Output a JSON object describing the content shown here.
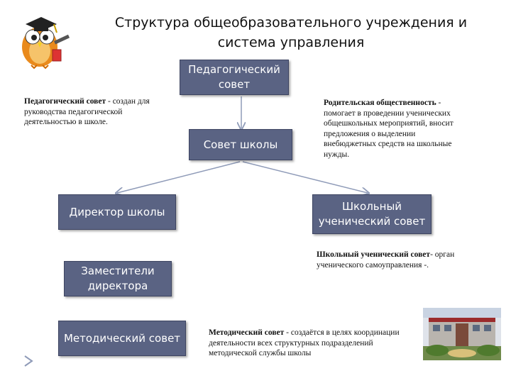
{
  "title": {
    "line1": "Структура общеобразовательного учреждения и",
    "line2": "система  управления"
  },
  "boxes": {
    "ped_council": "Педагогический совет",
    "school_council": "Совет школы",
    "director": "Директор школы",
    "student_council": "Школьный ученический совет",
    "deputies": "Заместители директора",
    "method_council": "Методический совет"
  },
  "notes": {
    "ped": {
      "bold": "Педагогический совет",
      "text": " - создан для руководства педагогической деятельностью в школе."
    },
    "parents": {
      "bold": "Родительская общественность",
      "text": " - помогает в проведении ученических общешкольных мероприятий, вносит предложения о выделении внебюджетных средств на школьные нужды."
    },
    "student": {
      "bold": "Школьный ученический совет",
      "text": "- орган ученического самоуправления -."
    },
    "method": {
      "bold": "Методический совет",
      "text": " - создаётся в целях координации деятельности всех структурных подразделений методической службы школы"
    }
  },
  "colors": {
    "box_fill": "#5a6383",
    "arrow": "#8f9bb8"
  },
  "icons": [
    "owl-graduate-icon",
    "school-building-photo",
    "slide-nav-arrow-icon"
  ]
}
